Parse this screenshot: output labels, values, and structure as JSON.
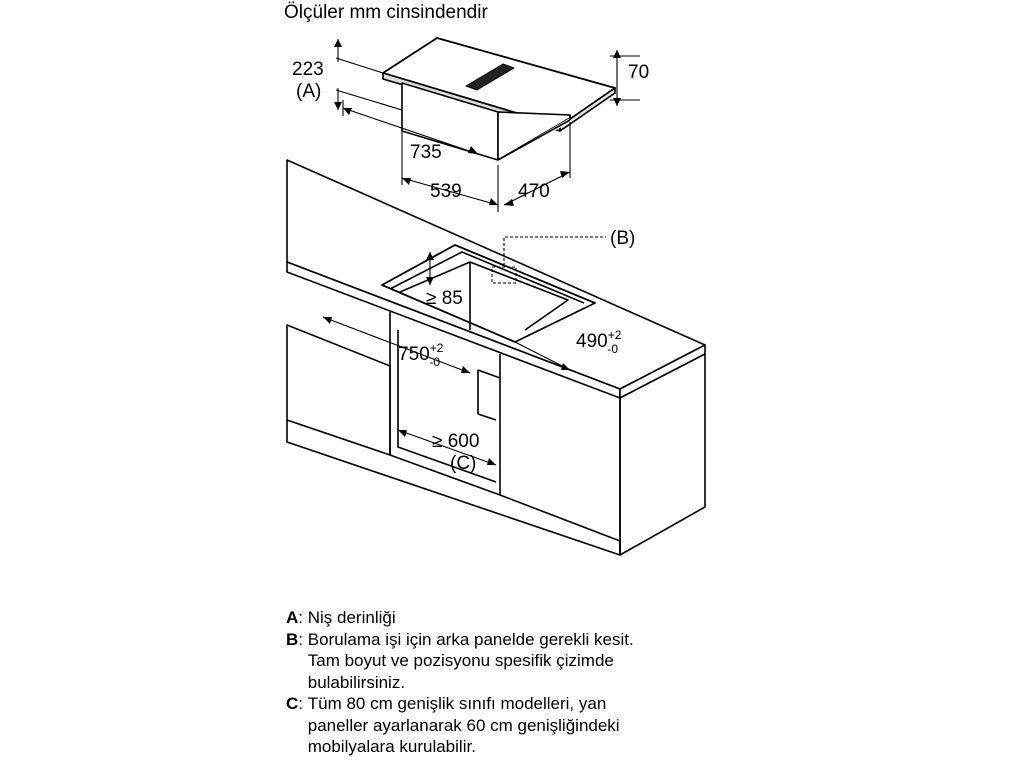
{
  "header": {
    "unit_note": "Ölçüler mm cinsindendir"
  },
  "dimensions": {
    "depth_label": "223",
    "depth_ref": "(A)",
    "height": "70",
    "width": "735",
    "inner_width": "539",
    "depth": "470",
    "ref_b": "(B)",
    "min_gap": "≥ 85",
    "cutout_width": "750",
    "cutout_width_tol_plus": "+2",
    "cutout_width_tol_minus": "-0",
    "cutout_depth": "490",
    "cutout_depth_tol_plus": "+2",
    "cutout_depth_tol_minus": "-0",
    "cabinet_min": "≥ 600",
    "ref_c": "(C)"
  },
  "legend": [
    {
      "key": "A",
      "text": "Niş derinliği"
    },
    {
      "key": "B",
      "text": "Borulama işi için arka panelde gerekli kesit.\nTam boyut ve pozisyonu spesifik çizimde\nbulabilirsiniz."
    },
    {
      "key": "C",
      "text": "Tüm 80 cm genişlik sınıfı modelleri, yan\npaneller ayarlanarak 60 cm genişliğindeki\nmobilyalara kurulabilir."
    }
  ]
}
